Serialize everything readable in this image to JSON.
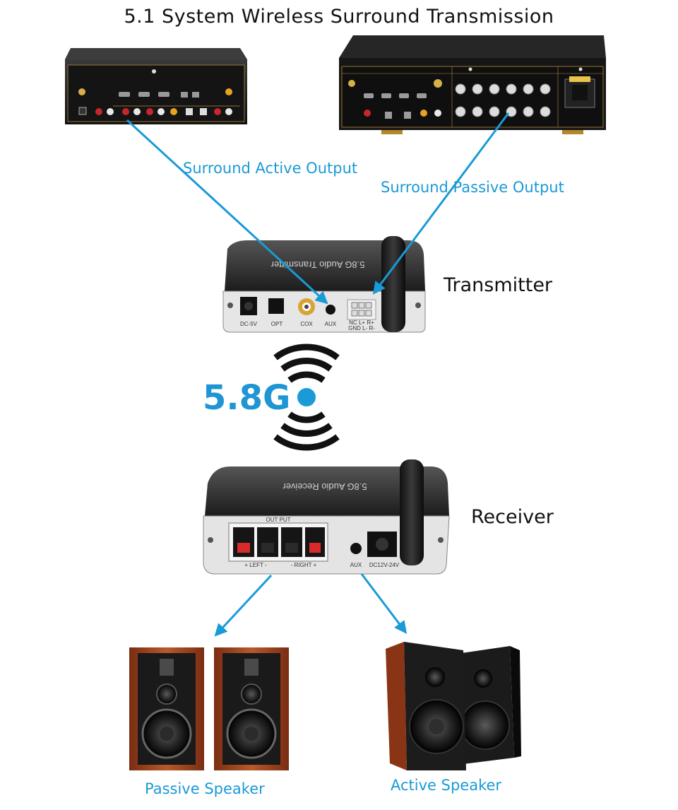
{
  "title": "5.1 System Wireless Surround Transmission",
  "labels": {
    "surround_active": "Surround Active Output",
    "surround_passive": "Surround Passive Output",
    "transmitter": "Transmitter",
    "wireless": "5.8G",
    "receiver": "Receiver",
    "passive_speaker": "Passive Speaker",
    "active_speaker": "Active Speaker"
  },
  "transmitter_panel": {
    "label_face": "5.8G Audio Transmitter",
    "dc": "DC-5V",
    "opt": "OPT",
    "cox": "COX",
    "aux": "AUX",
    "terminal": "NC L+ R+",
    "terminal2": "GND L- R-"
  },
  "receiver_panel": {
    "label_face": "5.8G Audio Receiver",
    "output": "OUT PUT",
    "left": "+ LEFT -",
    "right": "- RIGHT +",
    "aux": "AUX",
    "dc": "DC12V-24V"
  },
  "colors": {
    "accent": "#1a9ad6",
    "device_body": "#2a2a2a",
    "panel": "#e8e8e8",
    "wood": "#b4552a"
  }
}
